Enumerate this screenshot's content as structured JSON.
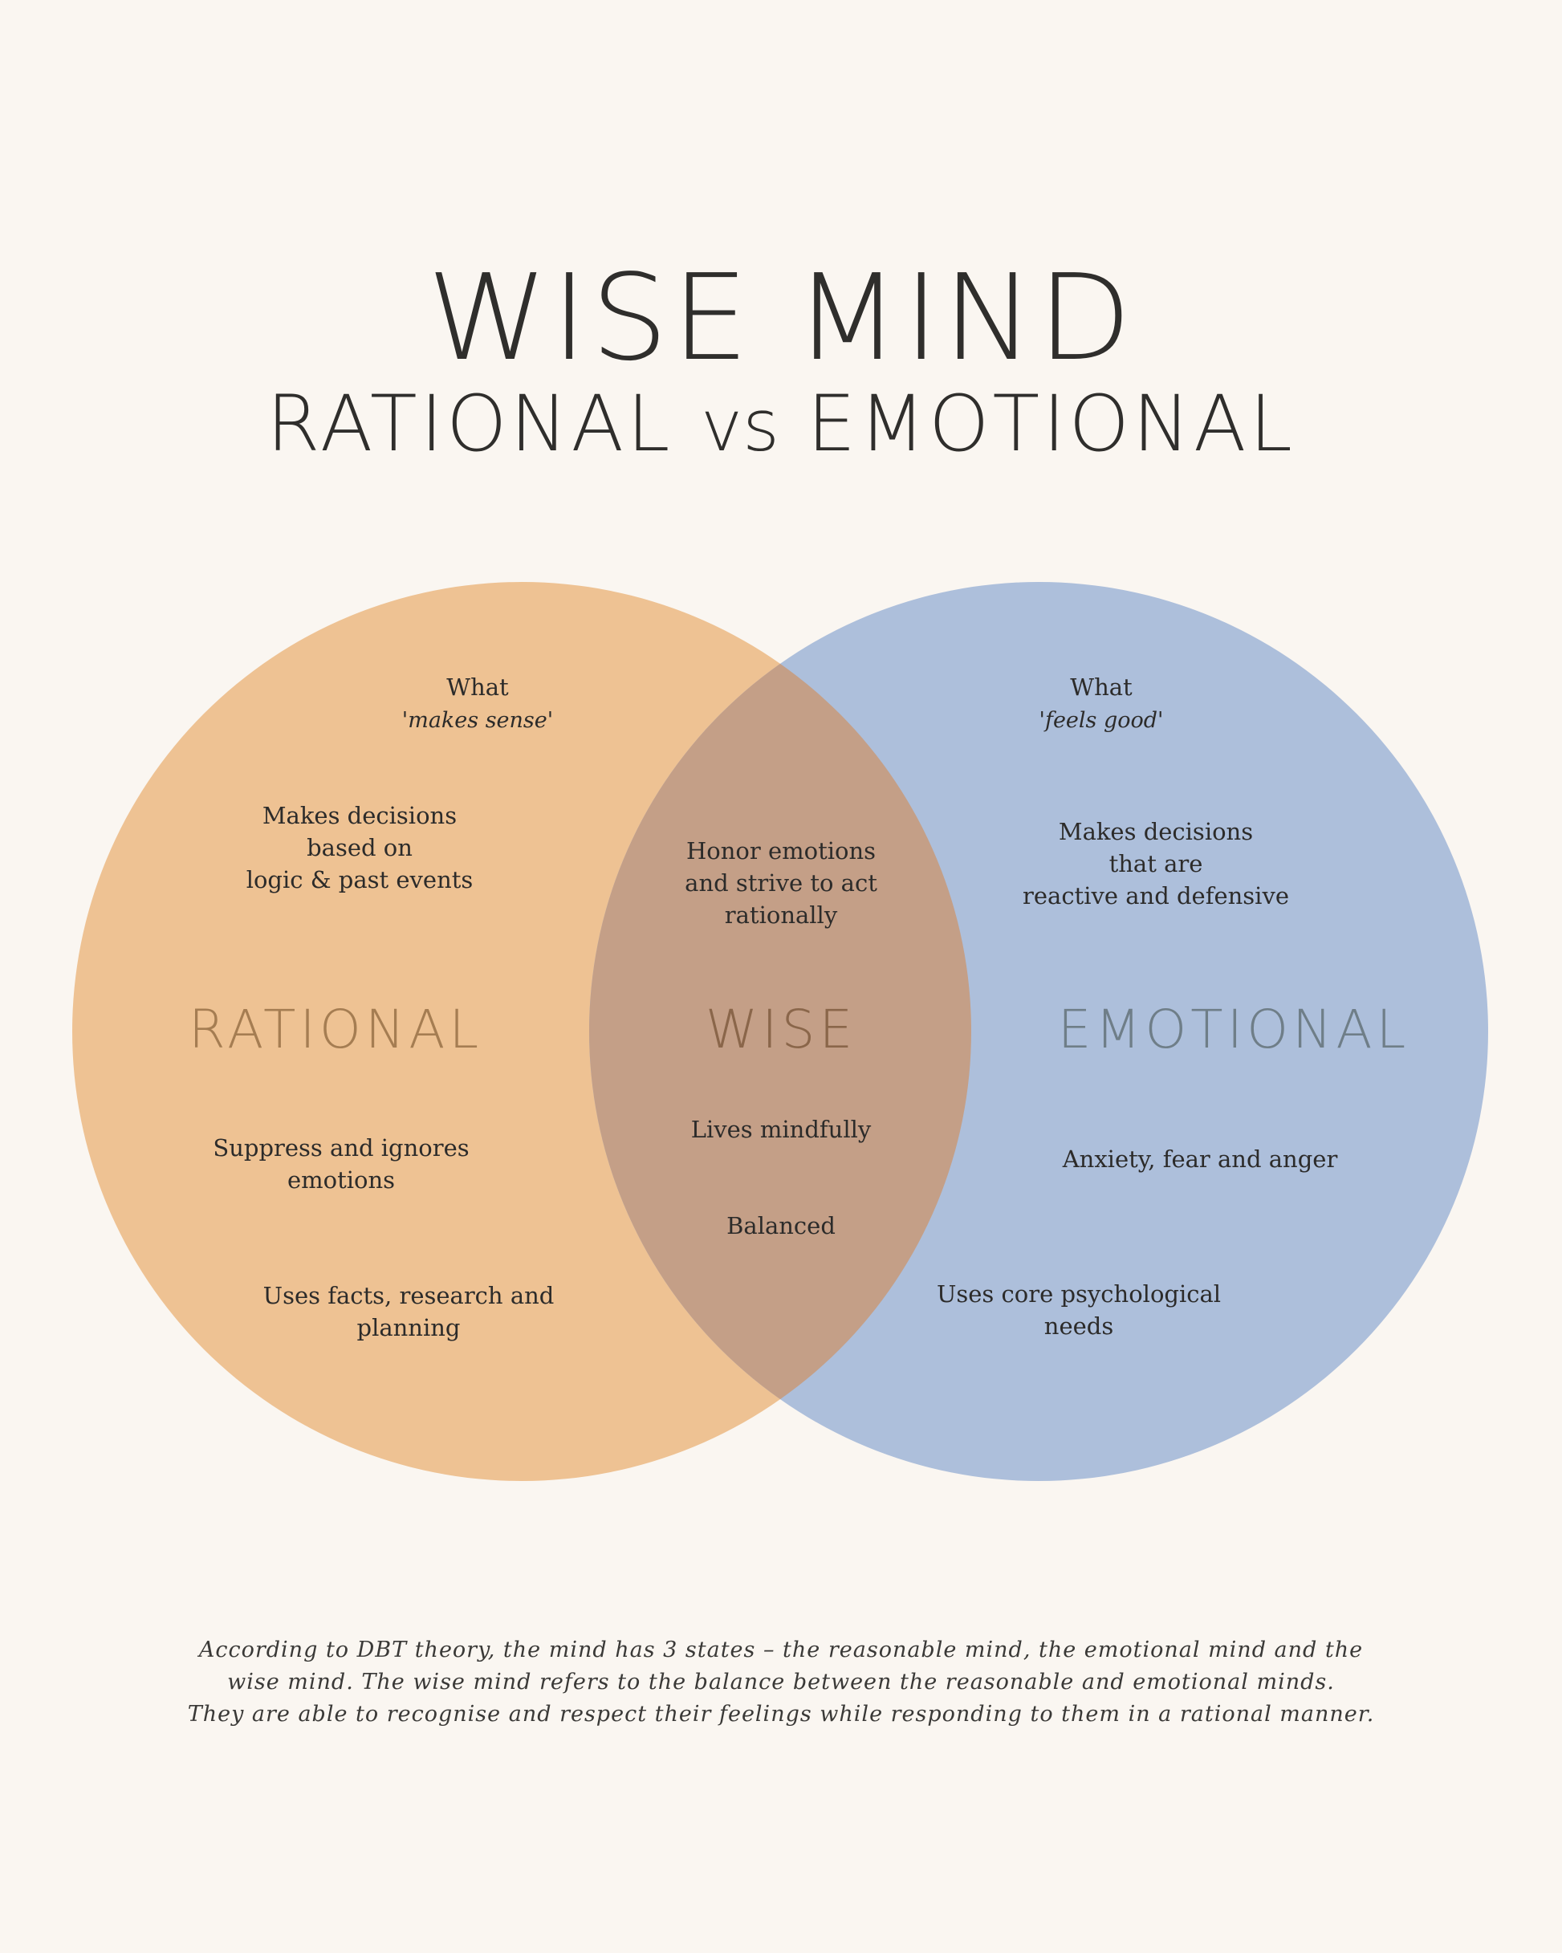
{
  "header": {
    "title": "WISE MIND",
    "subtitle_left": "RATIONAL",
    "subtitle_vs": "vs",
    "subtitle_right": "EMOTIONAL"
  },
  "colors": {
    "background": "#faf6f1",
    "rational_circle": "#eec293",
    "emotional_circle": "#adbfdb",
    "overlap": "#c49f87"
  },
  "venn": {
    "rational": {
      "label": "RATIONAL",
      "what": "What",
      "what_quote": "'makes sense'",
      "decisions": [
        "Makes decisions",
        "based on",
        "logic & past events"
      ],
      "emotions": [
        "Suppress and ignores",
        "emotions"
      ],
      "uses": [
        "Uses facts, research and",
        "planning"
      ]
    },
    "wise": {
      "label": "WISE",
      "honor": [
        "Honor emotions",
        "and strive to act",
        "rationally"
      ],
      "lives": "Lives mindfully",
      "balanced": "Balanced"
    },
    "emotional": {
      "label": "EMOTIONAL",
      "what": "What",
      "what_quote": "'feels good'",
      "decisions": [
        "Makes decisions",
        "that are",
        "reactive and defensive"
      ],
      "feelings": "Anxiety, fear and anger",
      "uses": [
        "Uses core psychological",
        "needs"
      ]
    }
  },
  "footnote": [
    "According to DBT theory, the mind has 3 states – the reasonable mind, the emotional mind and the",
    "wise mind. The wise mind refers to the balance between the reasonable and emotional minds.",
    "They are able to recognise and respect their feelings while responding to them in a rational manner."
  ]
}
